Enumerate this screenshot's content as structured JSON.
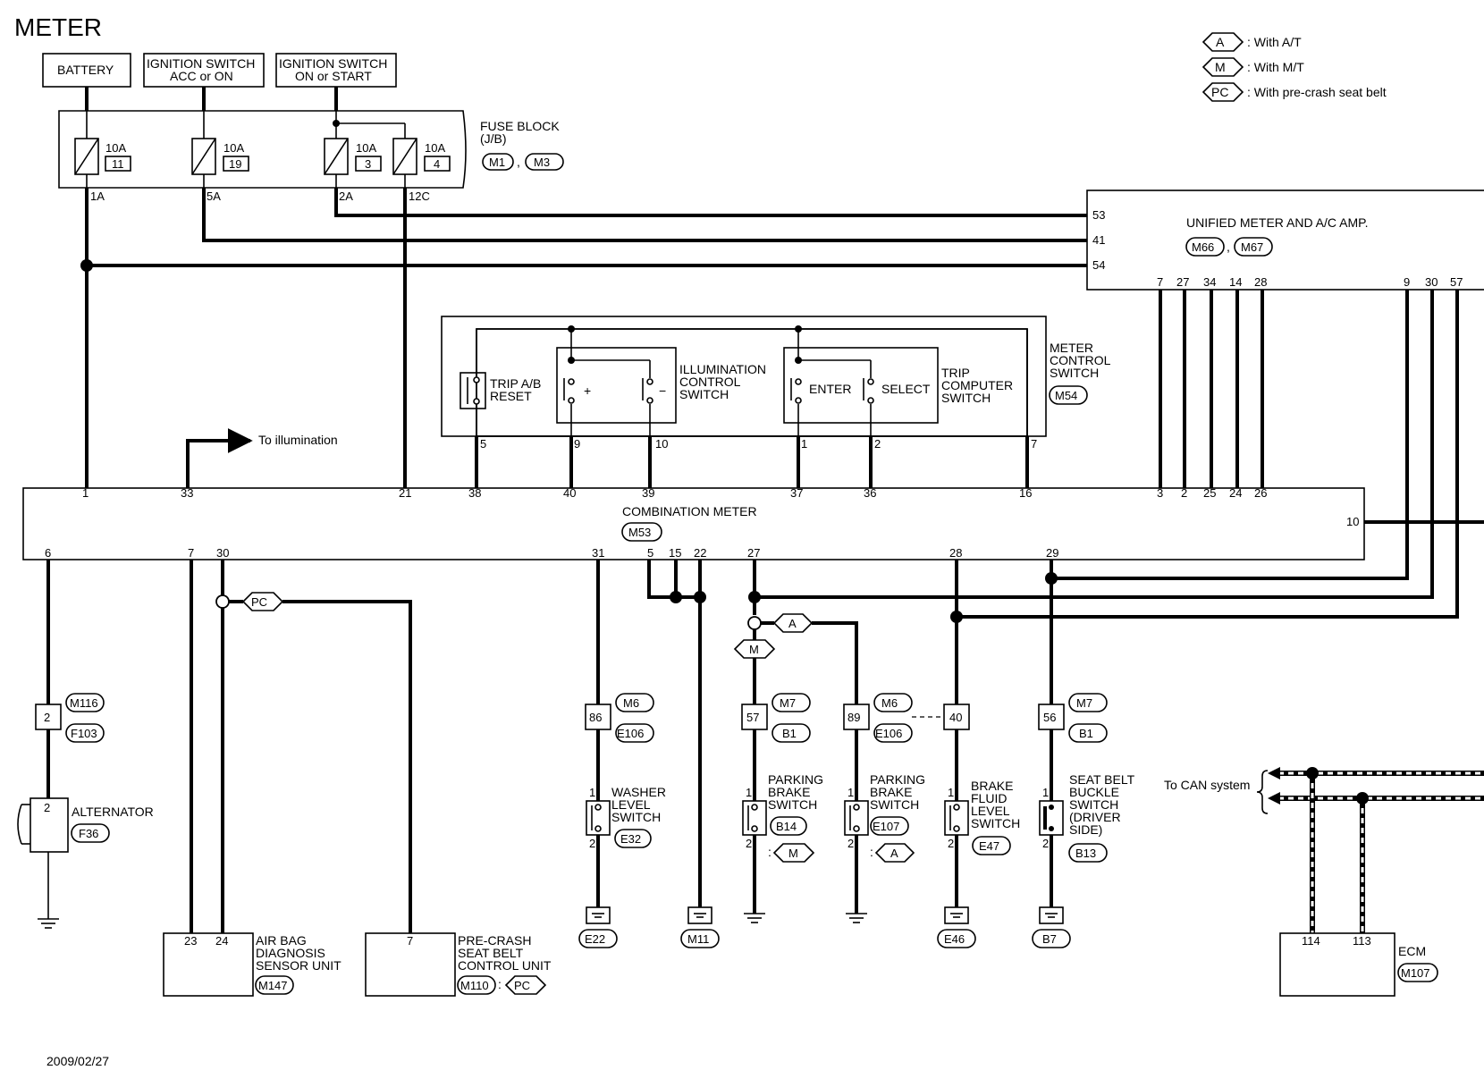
{
  "title": "METER",
  "date": "2009/02/27",
  "legend": [
    {
      "code": "A",
      "text": ": With A/T"
    },
    {
      "code": "M",
      "text": ": With M/T"
    },
    {
      "code": "PC",
      "text": ": With pre-crash seat belt"
    }
  ],
  "power": {
    "battery": "BATTERY",
    "ign_acc_1": "IGNITION SWITCH",
    "ign_acc_2": "ACC or ON",
    "ign_start_1": "IGNITION SWITCH",
    "ign_start_2": "ON or START"
  },
  "fuse_block": {
    "name_1": "FUSE BLOCK",
    "name_2": "(J/B)",
    "conn_1": "M1",
    "conn_2": "M3",
    "fuses": [
      {
        "amp": "10A",
        "num": "11",
        "pin": "1A"
      },
      {
        "amp": "10A",
        "num": "19",
        "pin": "5A"
      },
      {
        "amp": "10A",
        "num": "3",
        "pin": "2A"
      },
      {
        "amp": "10A",
        "num": "4",
        "pin": "12C"
      }
    ]
  },
  "unified_amp": {
    "name": "UNIFIED METER AND A/C AMP.",
    "conn_1": "M66",
    "conn_2": "M67",
    "pins_left": [
      "53",
      "41",
      "54"
    ],
    "pins_bottom": [
      "7",
      "27",
      "34",
      "14",
      "28",
      "9",
      "30",
      "57"
    ]
  },
  "meter_switch": {
    "name_1": "METER",
    "name_2": "CONTROL",
    "name_3": "SWITCH",
    "conn": "M54",
    "trip_reset_1": "TRIP A/B",
    "trip_reset_2": "RESET",
    "illum_1": "ILLUMINATION",
    "illum_2": "CONTROL",
    "illum_3": "SWITCH",
    "plus": "+",
    "minus": "−",
    "enter": "ENTER",
    "select": "SELECT",
    "tc_1": "TRIP",
    "tc_2": "COMPUTER",
    "tc_3": "SWITCH",
    "pins": [
      "5",
      "9",
      "10",
      "1",
      "2",
      "7"
    ]
  },
  "to_illumination": "To illumination",
  "combination_meter": {
    "name": "COMBINATION METER",
    "conn": "M53",
    "top_pins": [
      "1",
      "33",
      "21",
      "38",
      "40",
      "39",
      "37",
      "36",
      "16",
      "3",
      "2",
      "25",
      "24",
      "26"
    ],
    "bottom_pins": [
      "6",
      "7",
      "30",
      "31",
      "5",
      "15",
      "22",
      "27",
      "28",
      "29"
    ],
    "right_pin": "10"
  },
  "option_tags": {
    "pc": "PC",
    "a": "A",
    "m": "M"
  },
  "harness": [
    {
      "pin": "2",
      "conn_top": "M116",
      "conn_bot": "F103"
    },
    {
      "pin": "86",
      "conn_top": "M6",
      "conn_bot": "E106"
    },
    {
      "pin": "57",
      "conn_top": "M7",
      "conn_bot": "B1"
    },
    {
      "pin": "89",
      "conn_top": "M6",
      "conn_bot": "E106"
    },
    {
      "pin": "40",
      "conn_top": "",
      "conn_bot": ""
    },
    {
      "pin": "56",
      "conn_top": "M7",
      "conn_bot": "B1"
    }
  ],
  "alternator": {
    "name": "ALTERNATOR",
    "conn": "F36",
    "pin": "2"
  },
  "washer": {
    "name_1": "WASHER",
    "name_2": "LEVEL",
    "name_3": "SWITCH",
    "conn": "E32",
    "p1": "1",
    "p2": "2"
  },
  "park_mt": {
    "name_1": "PARKING",
    "name_2": "BRAKE",
    "name_3": "SWITCH",
    "conn": "B14",
    "opt": "M",
    "p1": "1",
    "p2": "2"
  },
  "park_at": {
    "name_1": "PARKING",
    "name_2": "BRAKE",
    "name_3": "SWITCH",
    "conn": "E107",
    "opt": "A",
    "p1": "1",
    "p2": "2"
  },
  "brake_fluid": {
    "name_1": "BRAKE",
    "name_2": "FLUID",
    "name_3": "LEVEL",
    "name_4": "SWITCH",
    "conn": "E47",
    "p1": "1",
    "p2": "2"
  },
  "seat_belt": {
    "name_1": "SEAT BELT",
    "name_2": "BUCKLE",
    "name_3": "SWITCH",
    "name_4": "(DRIVER",
    "name_5": "SIDE)",
    "conn": "B13",
    "p1": "1",
    "p2": "2"
  },
  "grounds": [
    "E22",
    "M11",
    "E46",
    "B7"
  ],
  "airbag": {
    "name_1": "AIR BAG",
    "name_2": "DIAGNOSIS",
    "name_3": "SENSOR UNIT",
    "conn": "M147",
    "pin_a": "23",
    "pin_b": "24"
  },
  "precrash": {
    "name_1": "PRE-CRASH",
    "name_2": "SEAT BELT",
    "name_3": "CONTROL UNIT",
    "conn": "M110",
    "opt": "PC",
    "pin": "7"
  },
  "to_can": "To CAN system",
  "ecm": {
    "name": "ECM",
    "conn": "M107",
    "pin_a": "114",
    "pin_b": "113"
  }
}
